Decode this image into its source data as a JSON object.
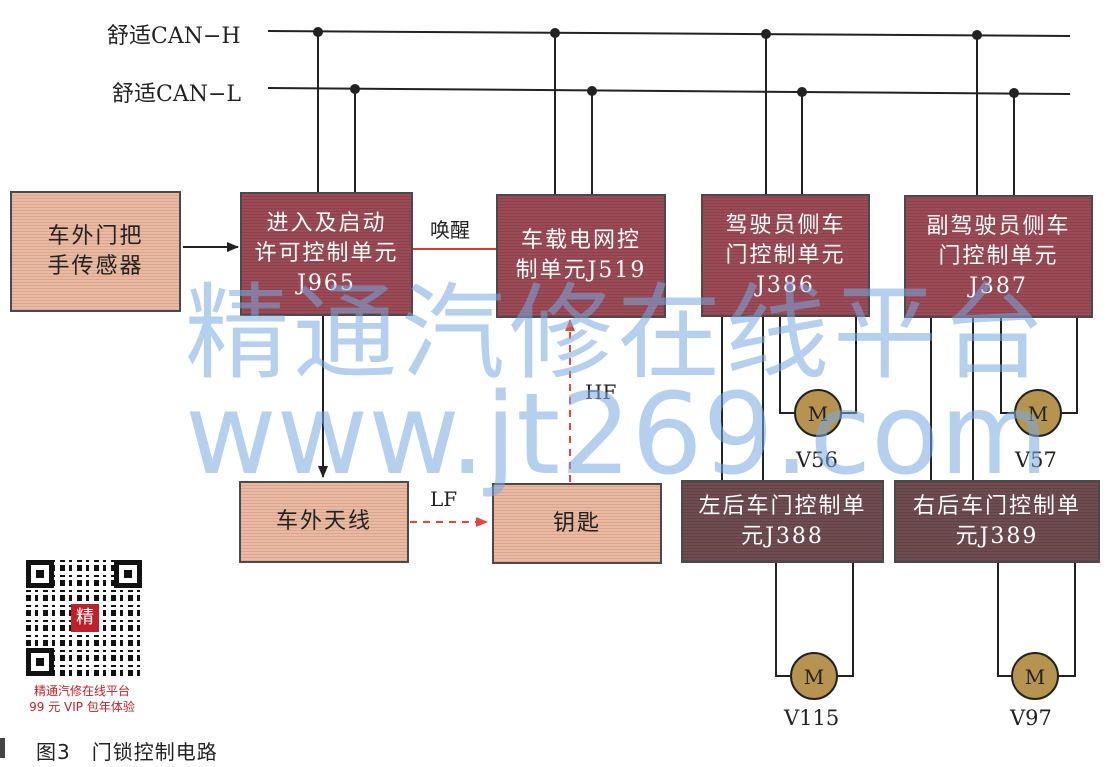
{
  "bus": {
    "can_h": "舒适CAN−H",
    "can_l": "舒适CAN−L"
  },
  "boxes": {
    "sensor": "车外门把\n手传感器",
    "j965": "进入及启动\n许可控制单元\nJ965",
    "j519": "车载电网控\n制单元J519",
    "j386": "驾驶员侧车\n门控制单元\nJ386",
    "j387": "副驾驶员侧车\n门控制单元\nJ387",
    "antenna": "车外天线",
    "key": "钥匙",
    "j388": "左后车门控制单\n元J388",
    "j389": "右后车门控制单\n元J389"
  },
  "signals": {
    "wakeup": "唤醒",
    "lf": "LF",
    "hf": "HF"
  },
  "motors": {
    "symbol": "M",
    "v56": "V56",
    "v57": "V57",
    "v115": "V115",
    "v97": "V97"
  },
  "watermark": {
    "line1": "精通汽修在线平台",
    "line2": "www.jt269.com"
  },
  "qr": {
    "badge": "精",
    "caption1": "精通汽修在线平台",
    "caption2": "99 元 VIP 包年体验"
  },
  "caption": "图3　门锁控制电路",
  "colors": {
    "ecu_red": "#9b4a56",
    "ecu_beige": "#e9b9a2",
    "ecu_dark": "#6e4c50",
    "wire": "#222222",
    "wakeup_line": "#d23a3a",
    "rf_dashed": "#e8453c",
    "motor_fill": "#b6944f",
    "watermark": "#78aae1"
  }
}
